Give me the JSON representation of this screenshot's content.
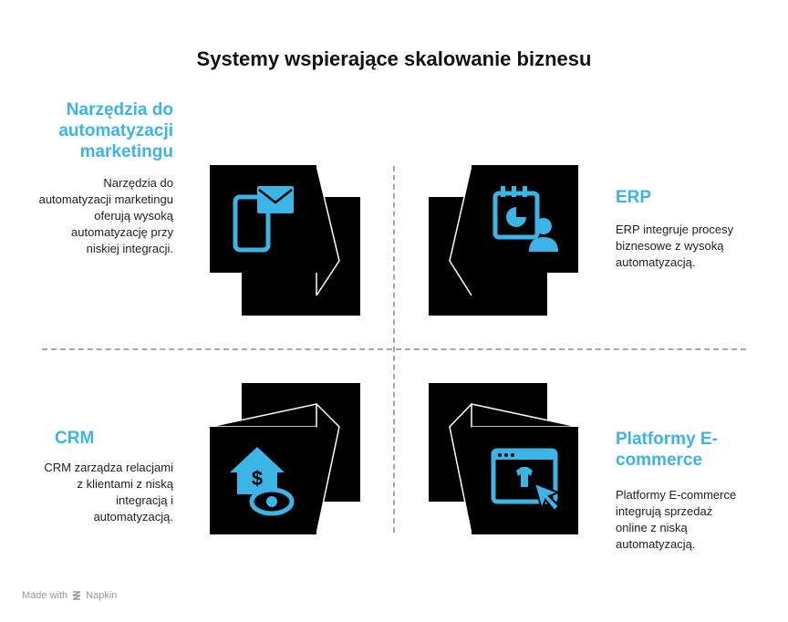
{
  "title": "Systemy wspierające skalowanie biznesu",
  "accent_color": "#3cb4e5",
  "quadrants": {
    "marketing": {
      "title": "Narzędzia do automatyzacji marketingu",
      "description": "Narzędzia do automatyzacji marketingu oferują wysoką automatyzację przy niskiej integracji.",
      "icon": "mobile-mail-icon"
    },
    "erp": {
      "title": "ERP",
      "description": "ERP integruje procesy biznesowe z wysoką automatyzacją.",
      "icon": "calendar-chart-user-icon"
    },
    "crm": {
      "title": "CRM",
      "description": "CRM zarządza relacjami z klientami z niską integracją i automatyzacją.",
      "icon": "house-dollar-eye-icon"
    },
    "ecommerce": {
      "title": "Platformy E-commerce",
      "description": "Platformy E-commerce integrują sprzedaż online z niską automatyzacją.",
      "icon": "browser-shirt-cursor-icon"
    }
  },
  "footer": {
    "made_with": "Made with",
    "brand": "Napkin"
  }
}
